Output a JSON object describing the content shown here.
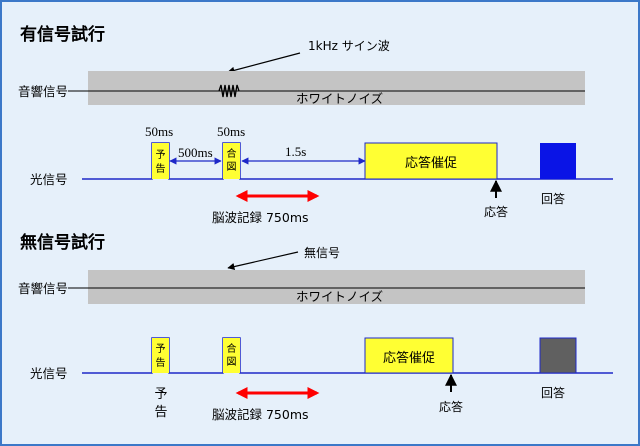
{
  "colors": {
    "background": "#E6F0FA",
    "border": "#3C78C8",
    "noise_band": "#C4C4C4",
    "light_signal": "#1E28C8",
    "marker_fill": "#FFFF33",
    "answer_box_trial1": "#0A14E6",
    "answer_box_trial2": "#606060",
    "record_arrow": "#FF0000"
  },
  "trial1": {
    "title": "有信号試行",
    "tone_label": "1kHz  サイン波",
    "sound_label": "音響信号",
    "noise_label": "ホワイトノイズ",
    "light_label": "光信号",
    "dur_50ms_a": "50ms",
    "dur_50ms_b": "50ms",
    "dur_500ms": "500ms",
    "dur_1_5s": "1.5s",
    "yokoku_1": "予",
    "yokoku_2": "告",
    "aizu_1": "合",
    "aizu_2": "図",
    "prompt_label": "応答催促",
    "response_label": "応答",
    "answer_label": "回答",
    "record_label": "脳波記録  750ms"
  },
  "trial2": {
    "title": "無信号試行",
    "no_signal_label": "無信号",
    "sound_label": "音響信号",
    "noise_label": "ホワイトノイズ",
    "light_label": "光信号",
    "yokoku_1": "予",
    "yokoku_2": "告",
    "aizu_1": "合",
    "aizu_2": "図",
    "below_yokoku_1": "予",
    "below_yokoku_2": "告",
    "prompt_label": "応答催促",
    "response_label": "応答",
    "answer_label": "回答",
    "record_label": "脳波記録  750ms"
  }
}
